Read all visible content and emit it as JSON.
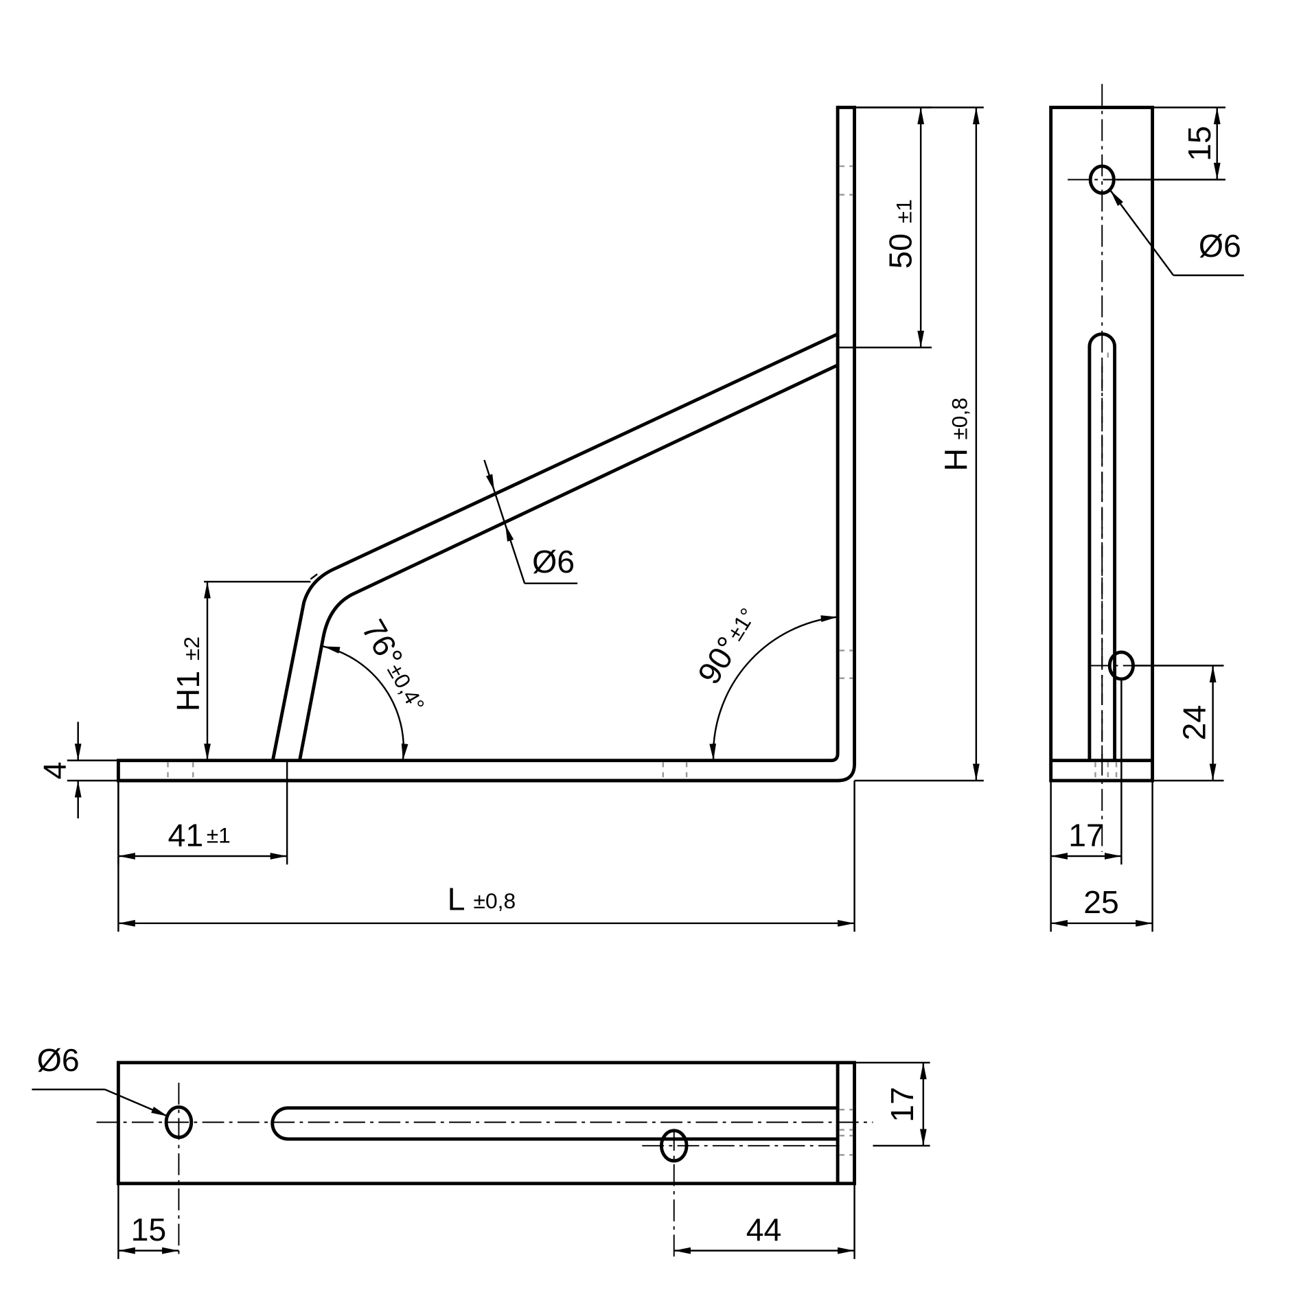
{
  "drawing": {
    "line_color": "#000000",
    "hidden_line_color": "#999999",
    "front_view": {
      "dim_50": {
        "value": "50",
        "tol": "±1"
      },
      "dim_H": {
        "value": "H",
        "tol": "±0,8"
      },
      "dim_strut_dia": "Ø6",
      "dim_H1": {
        "value": "H1",
        "tol": "±2"
      },
      "dim_thickness": "4",
      "dim_41": {
        "value": "41",
        "tol": "±1"
      },
      "dim_L": {
        "value": "L",
        "tol": "±0,8"
      },
      "angle_76": {
        "value": "76°",
        "tol": "±0,4°"
      },
      "angle_90": {
        "value": "90°",
        "tol": "±1°"
      }
    },
    "side_view": {
      "dim_15": "15",
      "dim_hole_dia": "Ø6",
      "dim_24": "24",
      "dim_17": "17",
      "dim_25": "25"
    },
    "top_view": {
      "dim_hole_dia": "Ø6",
      "dim_17": "17",
      "dim_15": "15",
      "dim_44": "44"
    }
  }
}
